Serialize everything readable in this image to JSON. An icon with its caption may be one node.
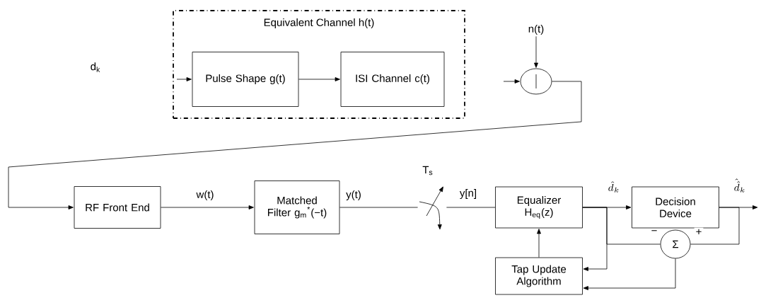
{
  "diagram": {
    "nodes": [
      {
        "text": [
          "Equivalent Channel h(t)"
        ]
      },
      {
        "text": [
          "Pulse Shape g(t)"
        ],
        "in": 0
      },
      {
        "text": [
          "ISI Channel c(t)"
        ],
        "in": 0
      },
      {
        "text": [],
        "shape": "circle"
      },
      {
        "text": [
          "n(t)"
        ]
      },
      {
        "text": [
          "RF Front End"
        ]
      },
      {
        "text": [
          "Matched Filter g$_{m}$$^{*}$(−t)"
        ]
      },
      {
        "text": [],
        "shape": "switch",
        "beside": [
          "T$_{s}$"
        ]
      },
      {
        "text": [
          "Equalizer H$_{eq}$(z)"
        ]
      },
      {
        "text": [
          "Decision Device"
        ]
      },
      {
        "text": [
          "Σ"
        ]
      },
      {
        "text": [
          "Tap Update Algorithm"
        ]
      }
    ],
    "edges": [
      {
        "from": null,
        "to": 1,
        "arrow": "to"
      },
      {
        "from": 1,
        "to": 2,
        "arrow": "to"
      },
      {
        "from": 4,
        "to": 3,
        "arrow": "to"
      },
      {
        "from": null,
        "to": 3,
        "arrow": "to"
      },
      {
        "from": 3,
        "to": 5,
        "arrow": "to"
      },
      {
        "from": 5,
        "to": 6,
        "arrow": "to",
        "label": "w(t)"
      },
      {
        "from": 6,
        "to": 7,
        "arrow": "none",
        "label": "y(t)"
      },
      {
        "from": 7,
        "to": 8,
        "arrow": "none",
        "label": "y[n]"
      },
      {
        "from": 8,
        "to": 9,
        "arrow": "to",
        "label": "\\hat{d}_k"
      },
      {
        "from": 9,
        "to": null,
        "arrow": "to",
        "label": "\\hat{\\hat{d}}_k"
      },
      {
        "from": 9,
        "to": 10,
        "arrow": "none",
        "label": "+"
      },
      {
        "from": 8,
        "to": 10,
        "arrow": "none",
        "label": "−"
      },
      {
        "from": 8,
        "to": 11,
        "arrow": "to"
      },
      {
        "from": 10,
        "to": 11,
        "arrow": "to"
      },
      {
        "from": 11,
        "to": 8,
        "arrow": "to"
      }
    ],
    "labels": [
      "d$_{k}$"
    ]
  }
}
